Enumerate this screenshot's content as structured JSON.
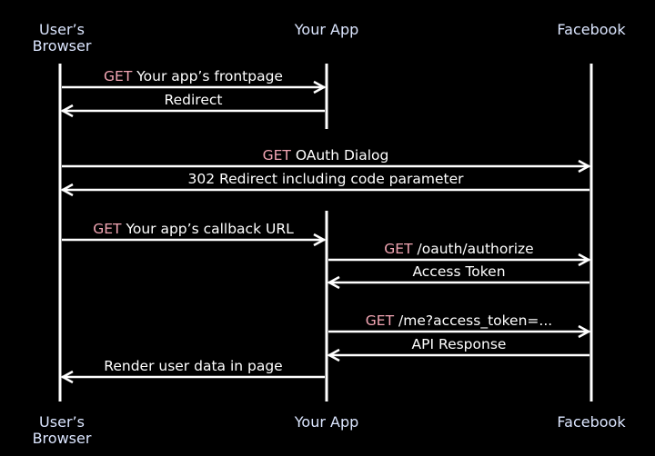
{
  "participants": [
    {
      "id": "browser",
      "label_line1": "User’s",
      "label_line2": "Browser"
    },
    {
      "id": "app",
      "label_line1": "Your App",
      "label_line2": ""
    },
    {
      "id": "facebook",
      "label_line1": "Facebook",
      "label_line2": ""
    }
  ],
  "colors": {
    "background": "#000000",
    "lines": "#ffffff",
    "labels": "#dce6ff",
    "verb": "#f3a6b4"
  },
  "messages": [
    {
      "from": "browser",
      "to": "app",
      "verb": "GET",
      "text": "Your app’s frontpage"
    },
    {
      "from": "app",
      "to": "browser",
      "verb": "",
      "text": "Redirect"
    },
    {
      "from": "browser",
      "to": "facebook",
      "verb": "GET",
      "text": "OAuth Dialog"
    },
    {
      "from": "facebook",
      "to": "browser",
      "verb": "",
      "text": "302 Redirect including code parameter"
    },
    {
      "from": "browser",
      "to": "app",
      "verb": "GET",
      "text": "Your app’s callback URL"
    },
    {
      "from": "app",
      "to": "facebook",
      "verb": "GET",
      "text": "/oauth/authorize"
    },
    {
      "from": "facebook",
      "to": "app",
      "verb": "",
      "text": "Access Token"
    },
    {
      "from": "app",
      "to": "facebook",
      "verb": "GET",
      "text": "/me?access_token=..."
    },
    {
      "from": "facebook",
      "to": "app",
      "verb": "",
      "text": "API Response"
    },
    {
      "from": "app",
      "to": "browser",
      "verb": "",
      "text": "Render user data in page"
    }
  ]
}
